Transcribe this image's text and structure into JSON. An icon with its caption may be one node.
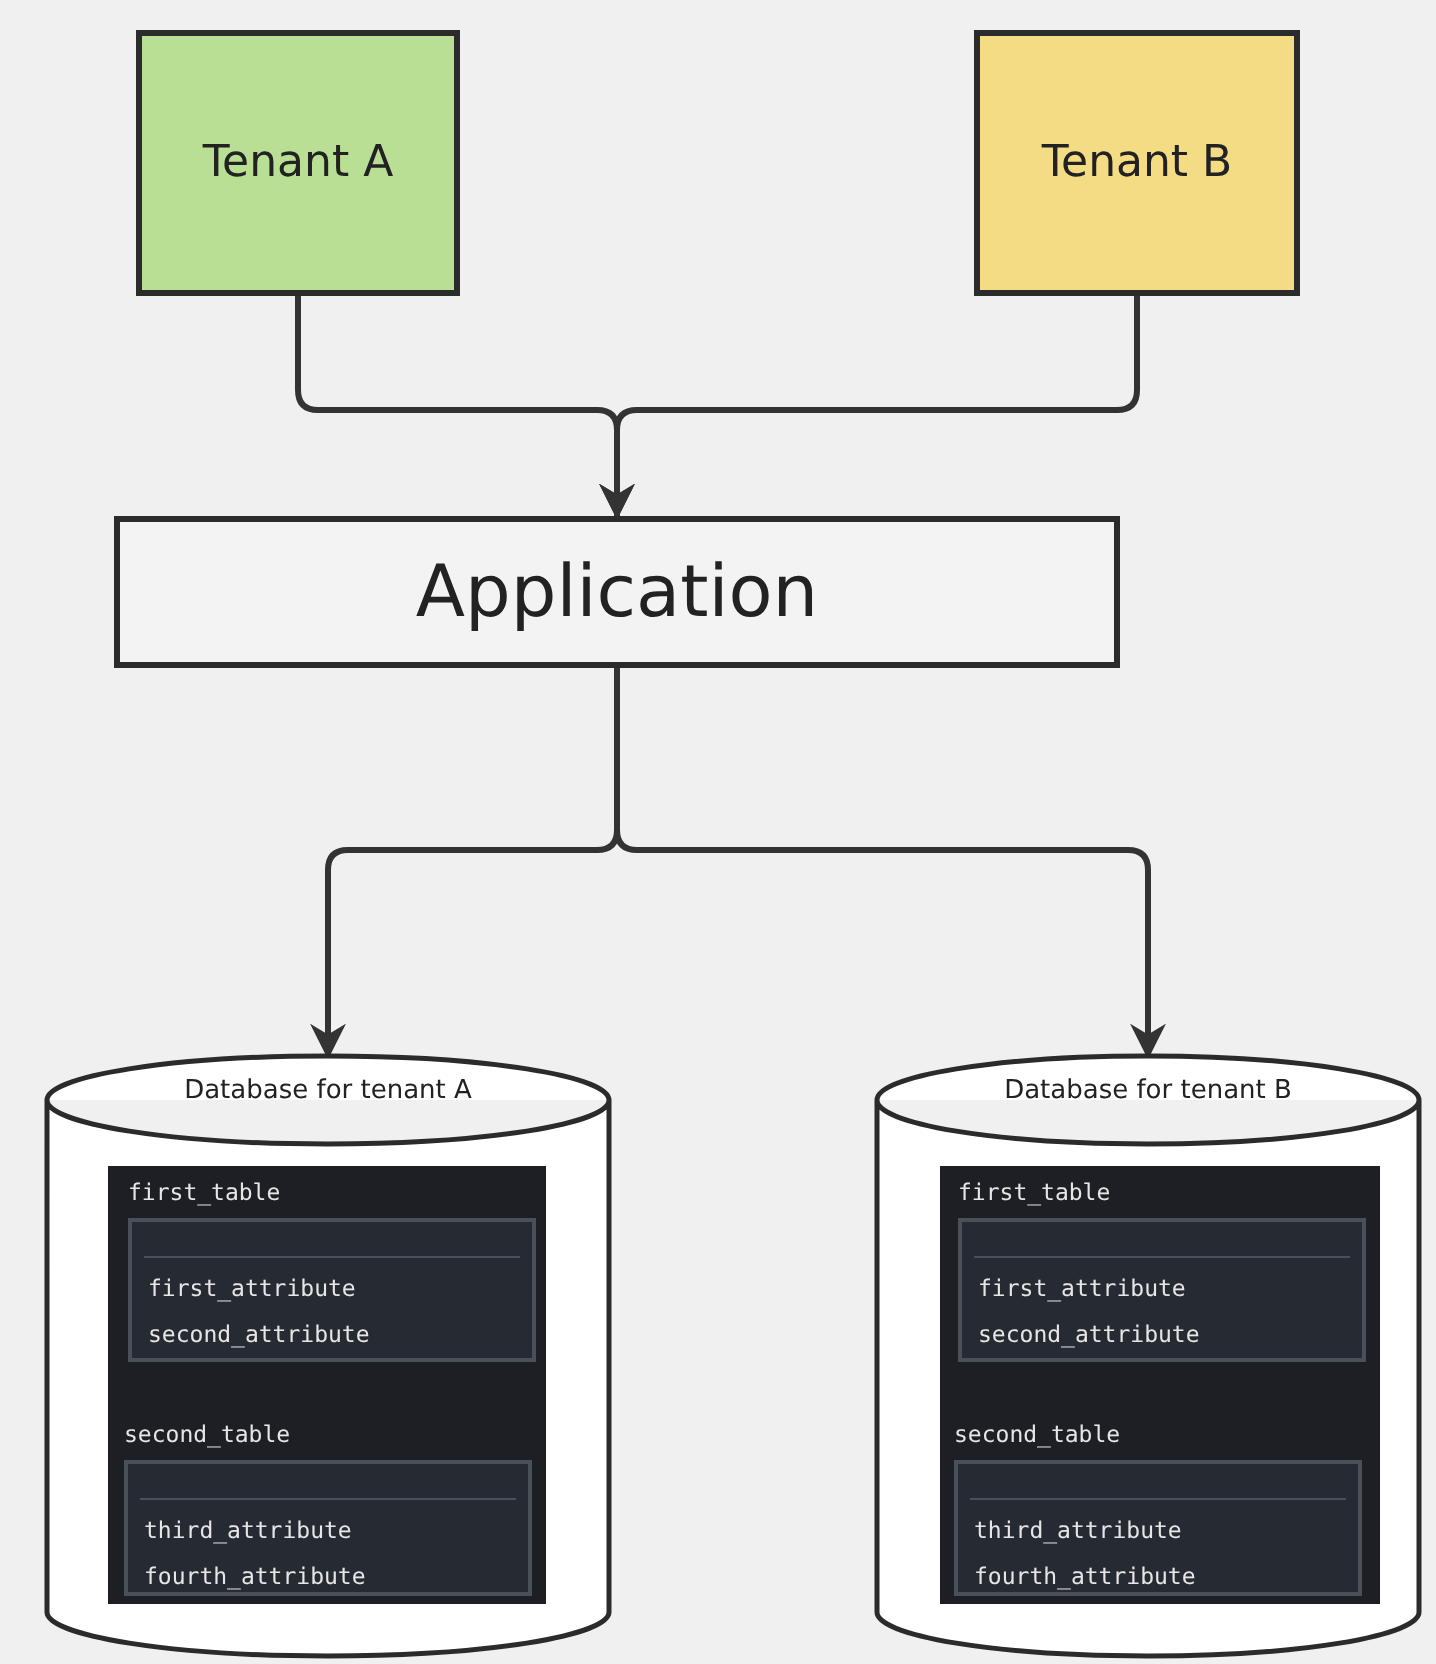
{
  "diagram": {
    "nodes": [
      {
        "text": [
          "Tenant A"
        ]
      },
      {
        "text": [
          "Tenant B"
        ]
      },
      {
        "text": [
          "Application"
        ]
      },
      {
        "text": [
          "Database for tenant A"
        ]
      },
      {
        "text": [],
        "shape": "box",
        "in": 3
      },
      {
        "text": [
          "first_table",
          "first_attribute",
          "second_attribute"
        ],
        "in": 4
      },
      {
        "text": [
          "second_table",
          "third_attribute",
          "fourth_attribute"
        ],
        "in": 4
      },
      {
        "text": [
          "Database for tenant B"
        ]
      },
      {
        "text": [],
        "shape": "box",
        "in": 7
      },
      {
        "text": [
          "first_table",
          "first_attribute",
          "second_attribute"
        ],
        "in": 8
      },
      {
        "text": [
          "second_table",
          "third_attribute",
          "fourth_attribute"
        ],
        "in": 8
      }
    ],
    "edges": [
      {
        "from": 0,
        "to": 2,
        "arrow": "to"
      },
      {
        "from": 1,
        "to": 2,
        "arrow": "to"
      },
      {
        "from": 2,
        "to": 3,
        "arrow": "to"
      },
      {
        "from": 2,
        "to": 7,
        "arrow": "to"
      }
    ]
  }
}
